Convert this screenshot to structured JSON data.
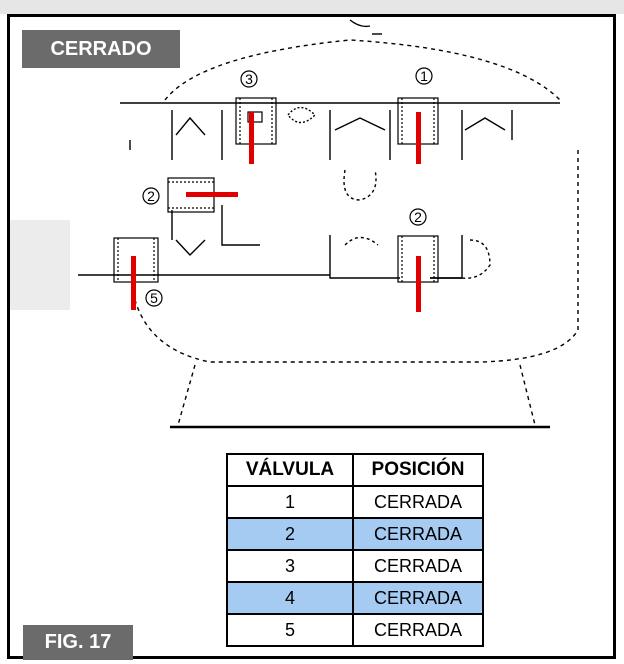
{
  "header": {
    "label": "CERRADO"
  },
  "footer": {
    "label": "FIG. 17"
  },
  "diagram": {
    "valves": [
      {
        "number": "1"
      },
      {
        "number": "2"
      },
      {
        "number": "3"
      },
      {
        "number": "2"
      },
      {
        "number": "5"
      }
    ],
    "accent_color": "#e10000"
  },
  "table": {
    "headers": [
      "VÁLVULA",
      "POSICIÓN"
    ],
    "rows": [
      {
        "valve": "1",
        "position": "CERRADA"
      },
      {
        "valve": "2",
        "position": "CERRADA"
      },
      {
        "valve": "3",
        "position": "CERRADA"
      },
      {
        "valve": "4",
        "position": "CERRADA"
      },
      {
        "valve": "5",
        "position": "CERRADA"
      }
    ],
    "highlight_color": "#a6cbf2"
  }
}
